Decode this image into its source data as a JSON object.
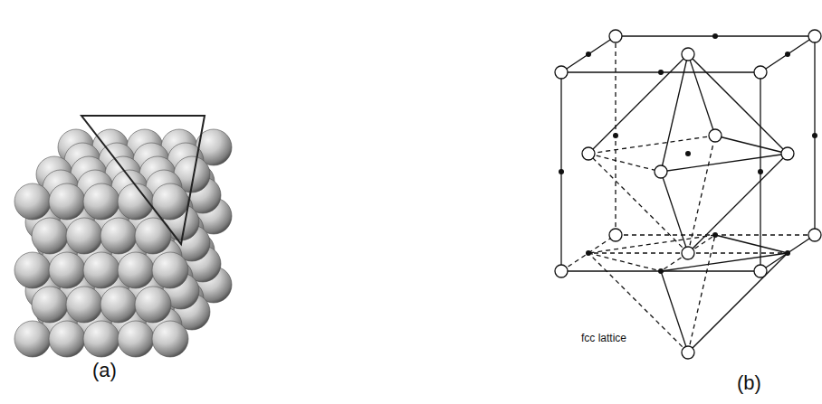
{
  "diagram": {
    "labels": [
      "(a)",
      "(b)",
      "fcc lattice"
    ]
  }
}
